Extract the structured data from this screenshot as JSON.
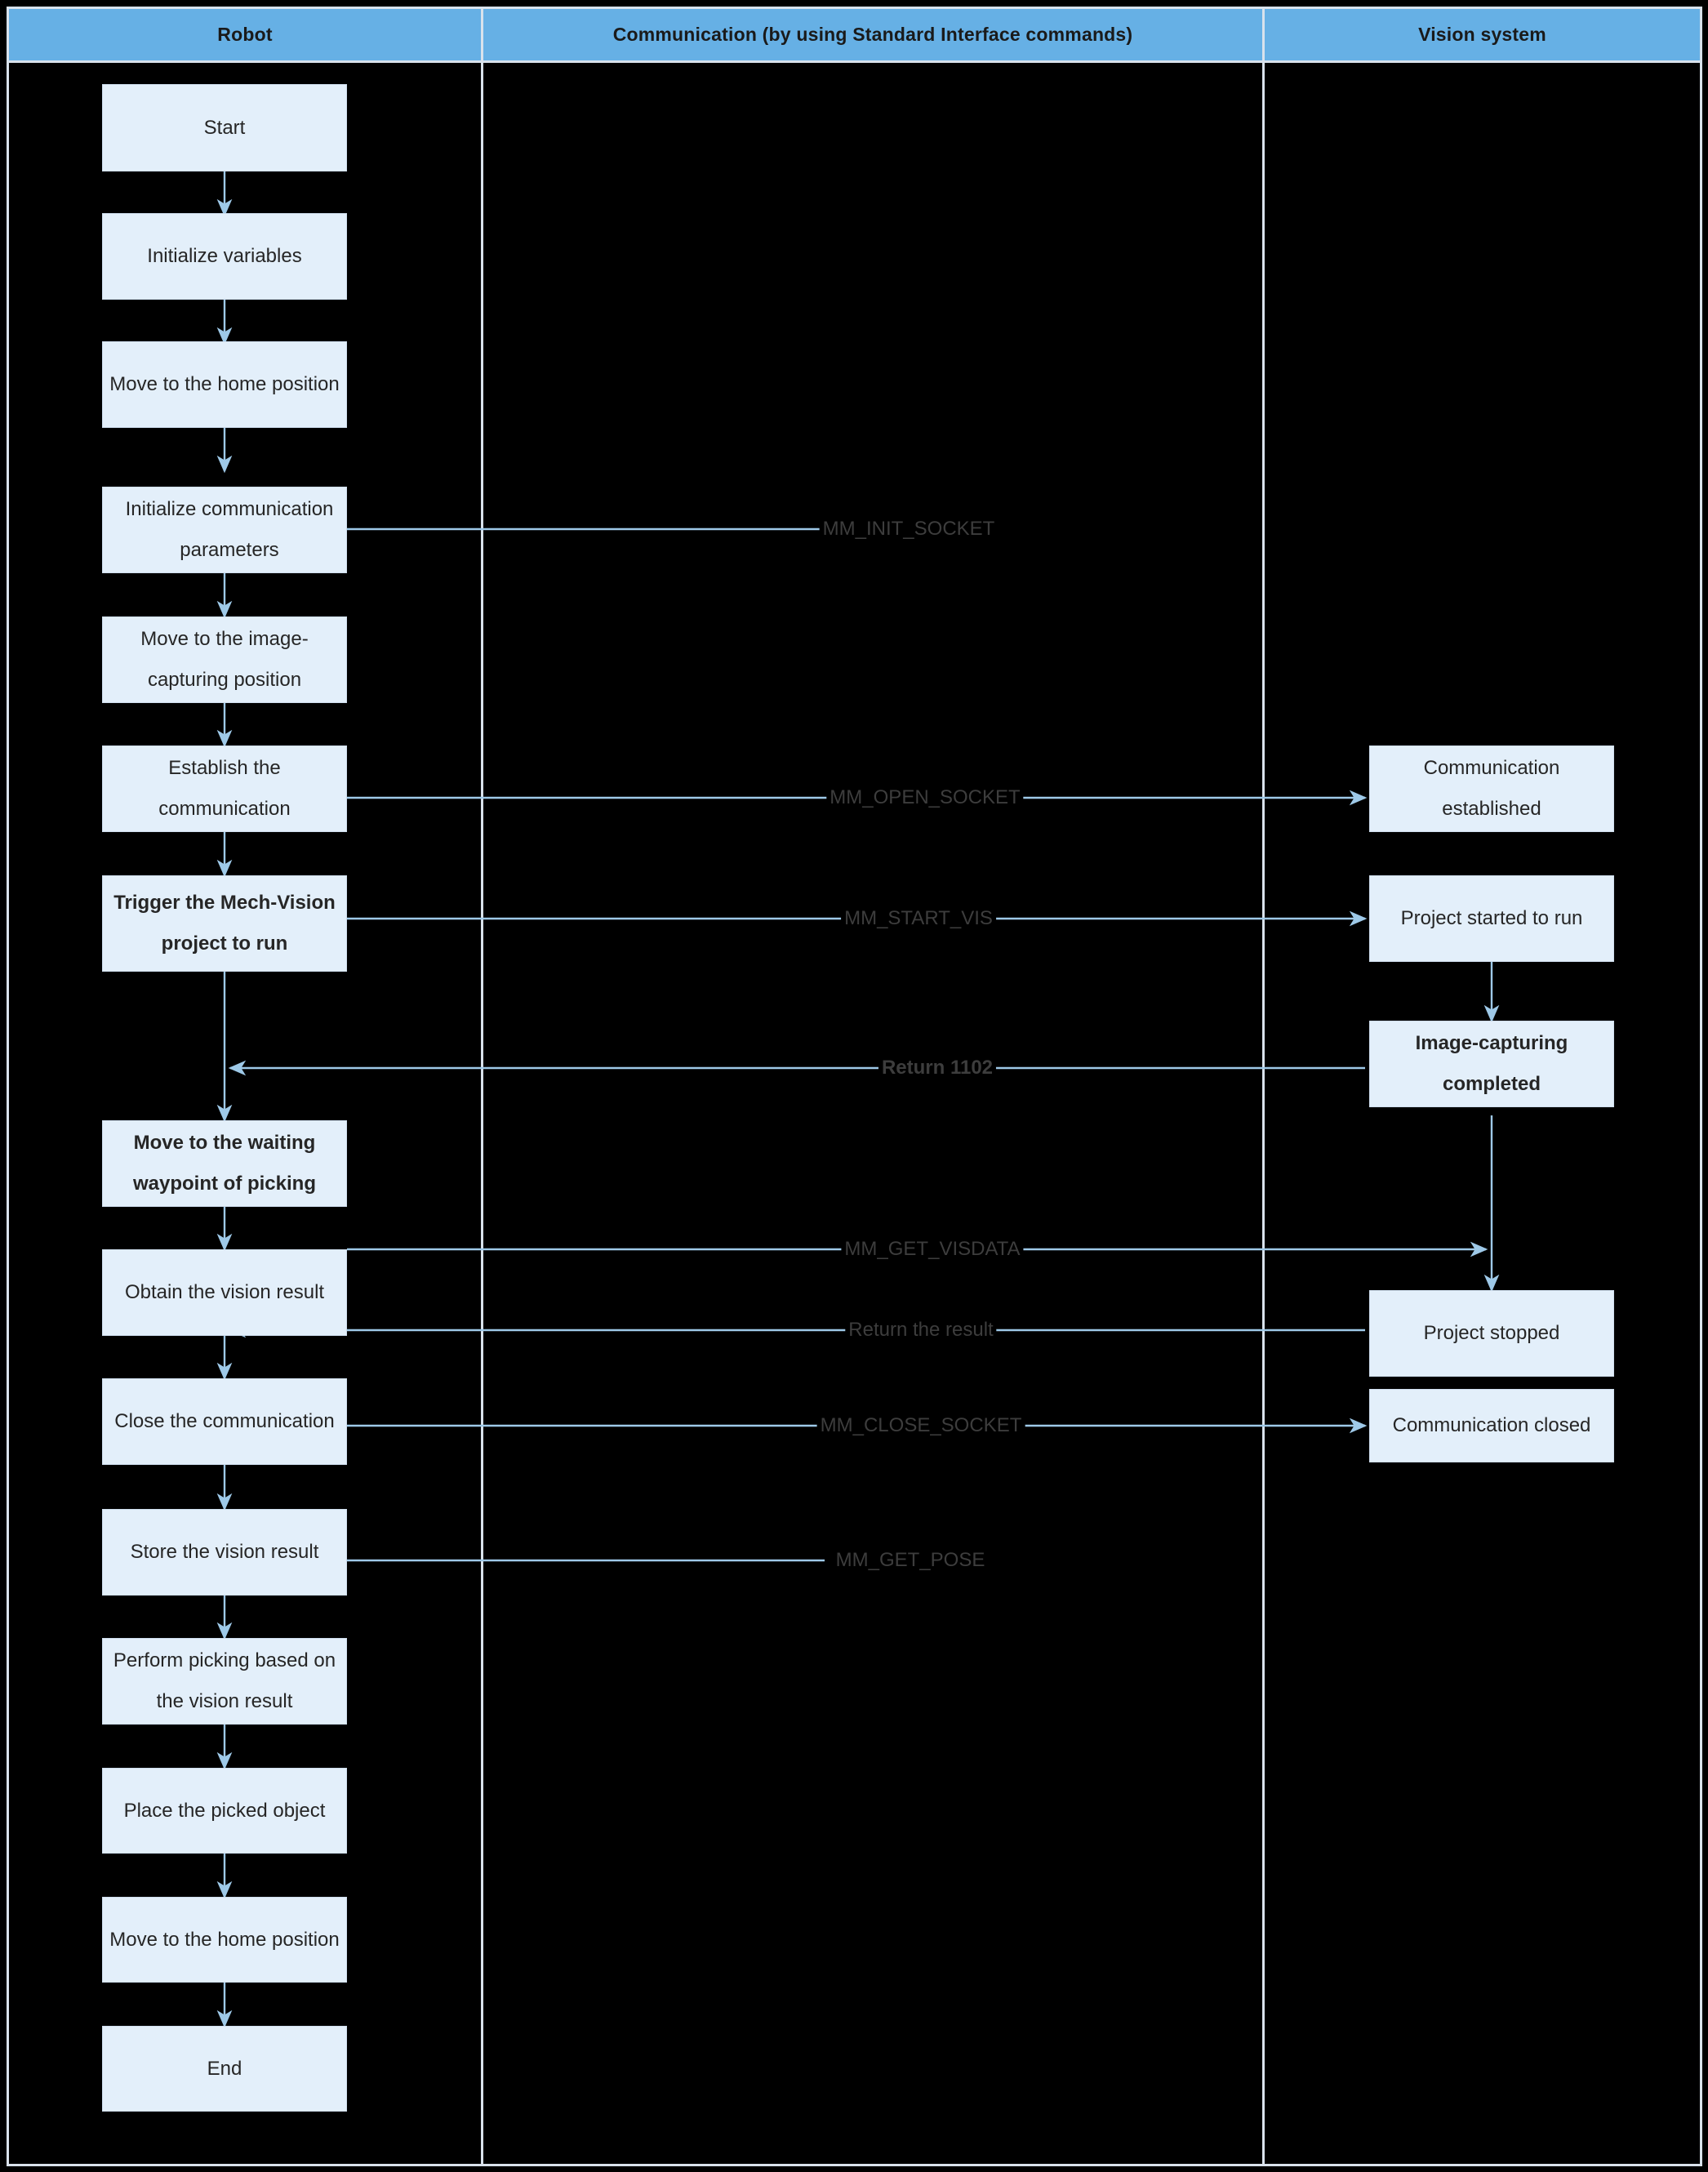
{
  "diagram": {
    "title": "Robot / Vision system Standard Interface picking workflow",
    "colors": {
      "header_band": "#66b0e5",
      "node_fill": "#e3effa",
      "node_border": "#cfdeee",
      "connector": "#9ec9e8",
      "lane_border": "#d9e2ec",
      "background": "#000000",
      "text": "#262626"
    },
    "lanes": [
      {
        "id": "robot",
        "label": "Robot"
      },
      {
        "id": "communication",
        "label": "Communication (by using Standard Interface commands)"
      },
      {
        "id": "vision",
        "label": "Vision system"
      }
    ],
    "robot_nodes": [
      {
        "id": "start",
        "label": "Start",
        "bold": false
      },
      {
        "id": "init-variables",
        "label": "Initialize variables",
        "bold": false
      },
      {
        "id": "move-home-1",
        "label": "Move to the home position",
        "bold": false
      },
      {
        "id": "init-comm-params",
        "label": "Initialize communication parameters",
        "bold": false
      },
      {
        "id": "move-capture-pos",
        "label": "Move to the image-capturing position",
        "bold": false
      },
      {
        "id": "establish-comm",
        "label": "Establish the communication",
        "bold": false
      },
      {
        "id": "trigger-project",
        "label": "Trigger the Mech-Vision project to run",
        "bold": true
      },
      {
        "id": "move-waiting-waypoint",
        "label": "Move to the waiting waypoint of picking",
        "bold": true
      },
      {
        "id": "obtain-vision-result",
        "label": "Obtain the vision result",
        "bold": false
      },
      {
        "id": "close-comm",
        "label": "Close the communication",
        "bold": false
      },
      {
        "id": "store-vision-result",
        "label": "Store the vision result",
        "bold": false
      },
      {
        "id": "perform-picking",
        "label": "Perform picking based on the vision result",
        "bold": false
      },
      {
        "id": "place-object",
        "label": "Place the picked object",
        "bold": false
      },
      {
        "id": "move-home-2",
        "label": "Move to the home position",
        "bold": false
      },
      {
        "id": "end",
        "label": "End",
        "bold": false
      }
    ],
    "vision_nodes": [
      {
        "id": "comm-established",
        "label": "Communication established",
        "bold": false
      },
      {
        "id": "project-started",
        "label": "Project started to run",
        "bold": false
      },
      {
        "id": "image-capturing-completed",
        "label": "Image-capturing completed",
        "bold": true
      },
      {
        "id": "project-stopped",
        "label": "Project stopped",
        "bold": false
      },
      {
        "id": "comm-closed",
        "label": "Communication closed",
        "bold": false
      }
    ],
    "messages": [
      {
        "id": "mm-init-socket",
        "label": "MM_INIT_SOCKET",
        "bold": false
      },
      {
        "id": "mm-open-socket",
        "label": "MM_OPEN_SOCKET",
        "bold": false
      },
      {
        "id": "mm-start-vis",
        "label": "MM_START_VIS",
        "bold": false
      },
      {
        "id": "return-1102",
        "label": "Return 1102",
        "bold": true
      },
      {
        "id": "mm-get-visdata",
        "label": "MM_GET_VISDATA",
        "bold": false
      },
      {
        "id": "return-the-result",
        "label": "Return the result",
        "bold": false
      },
      {
        "id": "mm-close-socket",
        "label": "MM_CLOSE_SOCKET",
        "bold": false
      },
      {
        "id": "mm-get-pose",
        "label": "MM_GET_POSE",
        "bold": false
      }
    ]
  }
}
